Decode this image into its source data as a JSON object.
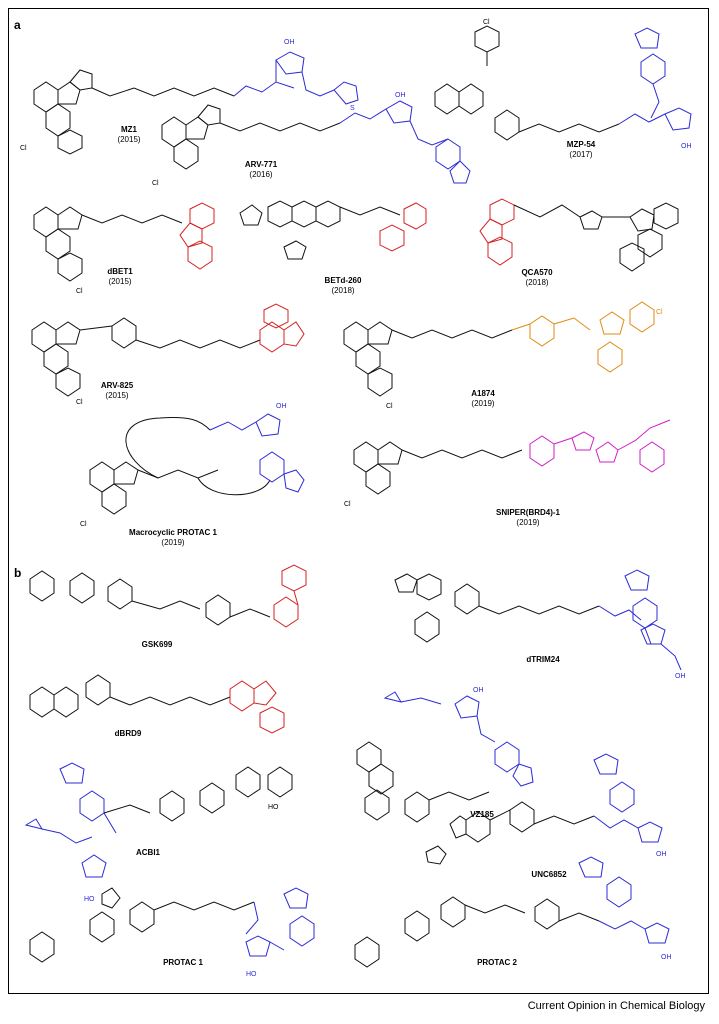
{
  "panels": {
    "a": "a",
    "b": "b"
  },
  "colors": {
    "vhl": "#2b2bd6",
    "crbn": "#d42222",
    "mdm2": "#e08a10",
    "iap": "#d11fc7",
    "ink": "#111111"
  },
  "compounds": [
    {
      "name": "MZ1",
      "year": "(2015)"
    },
    {
      "name": "ARV-771",
      "year": "(2016)"
    },
    {
      "name": "MZP-54",
      "year": "(2017)"
    },
    {
      "name": "dBET1",
      "year": "(2015)"
    },
    {
      "name": "BETd-260",
      "year": "(2018)"
    },
    {
      "name": "QCA570",
      "year": "(2018)"
    },
    {
      "name": "ARV-825",
      "year": "(2015)"
    },
    {
      "name": "A1874",
      "year": "(2019)"
    },
    {
      "name": "Macrocyclic PROTAC 1",
      "year": "(2019)"
    },
    {
      "name": "SNIPER(BRD4)-1",
      "year": "(2019)"
    },
    {
      "name": "GSK699",
      "year": ""
    },
    {
      "name": "dTRIM24",
      "year": ""
    },
    {
      "name": "dBRD9",
      "year": ""
    },
    {
      "name": "VZ185",
      "year": ""
    },
    {
      "name": "ACBI1",
      "year": ""
    },
    {
      "name": "UNC6852",
      "year": ""
    },
    {
      "name": "PROTAC 1",
      "year": ""
    },
    {
      "name": "PROTAC 2",
      "year": ""
    }
  ],
  "footer": "Current Opinion in Chemical Biology"
}
